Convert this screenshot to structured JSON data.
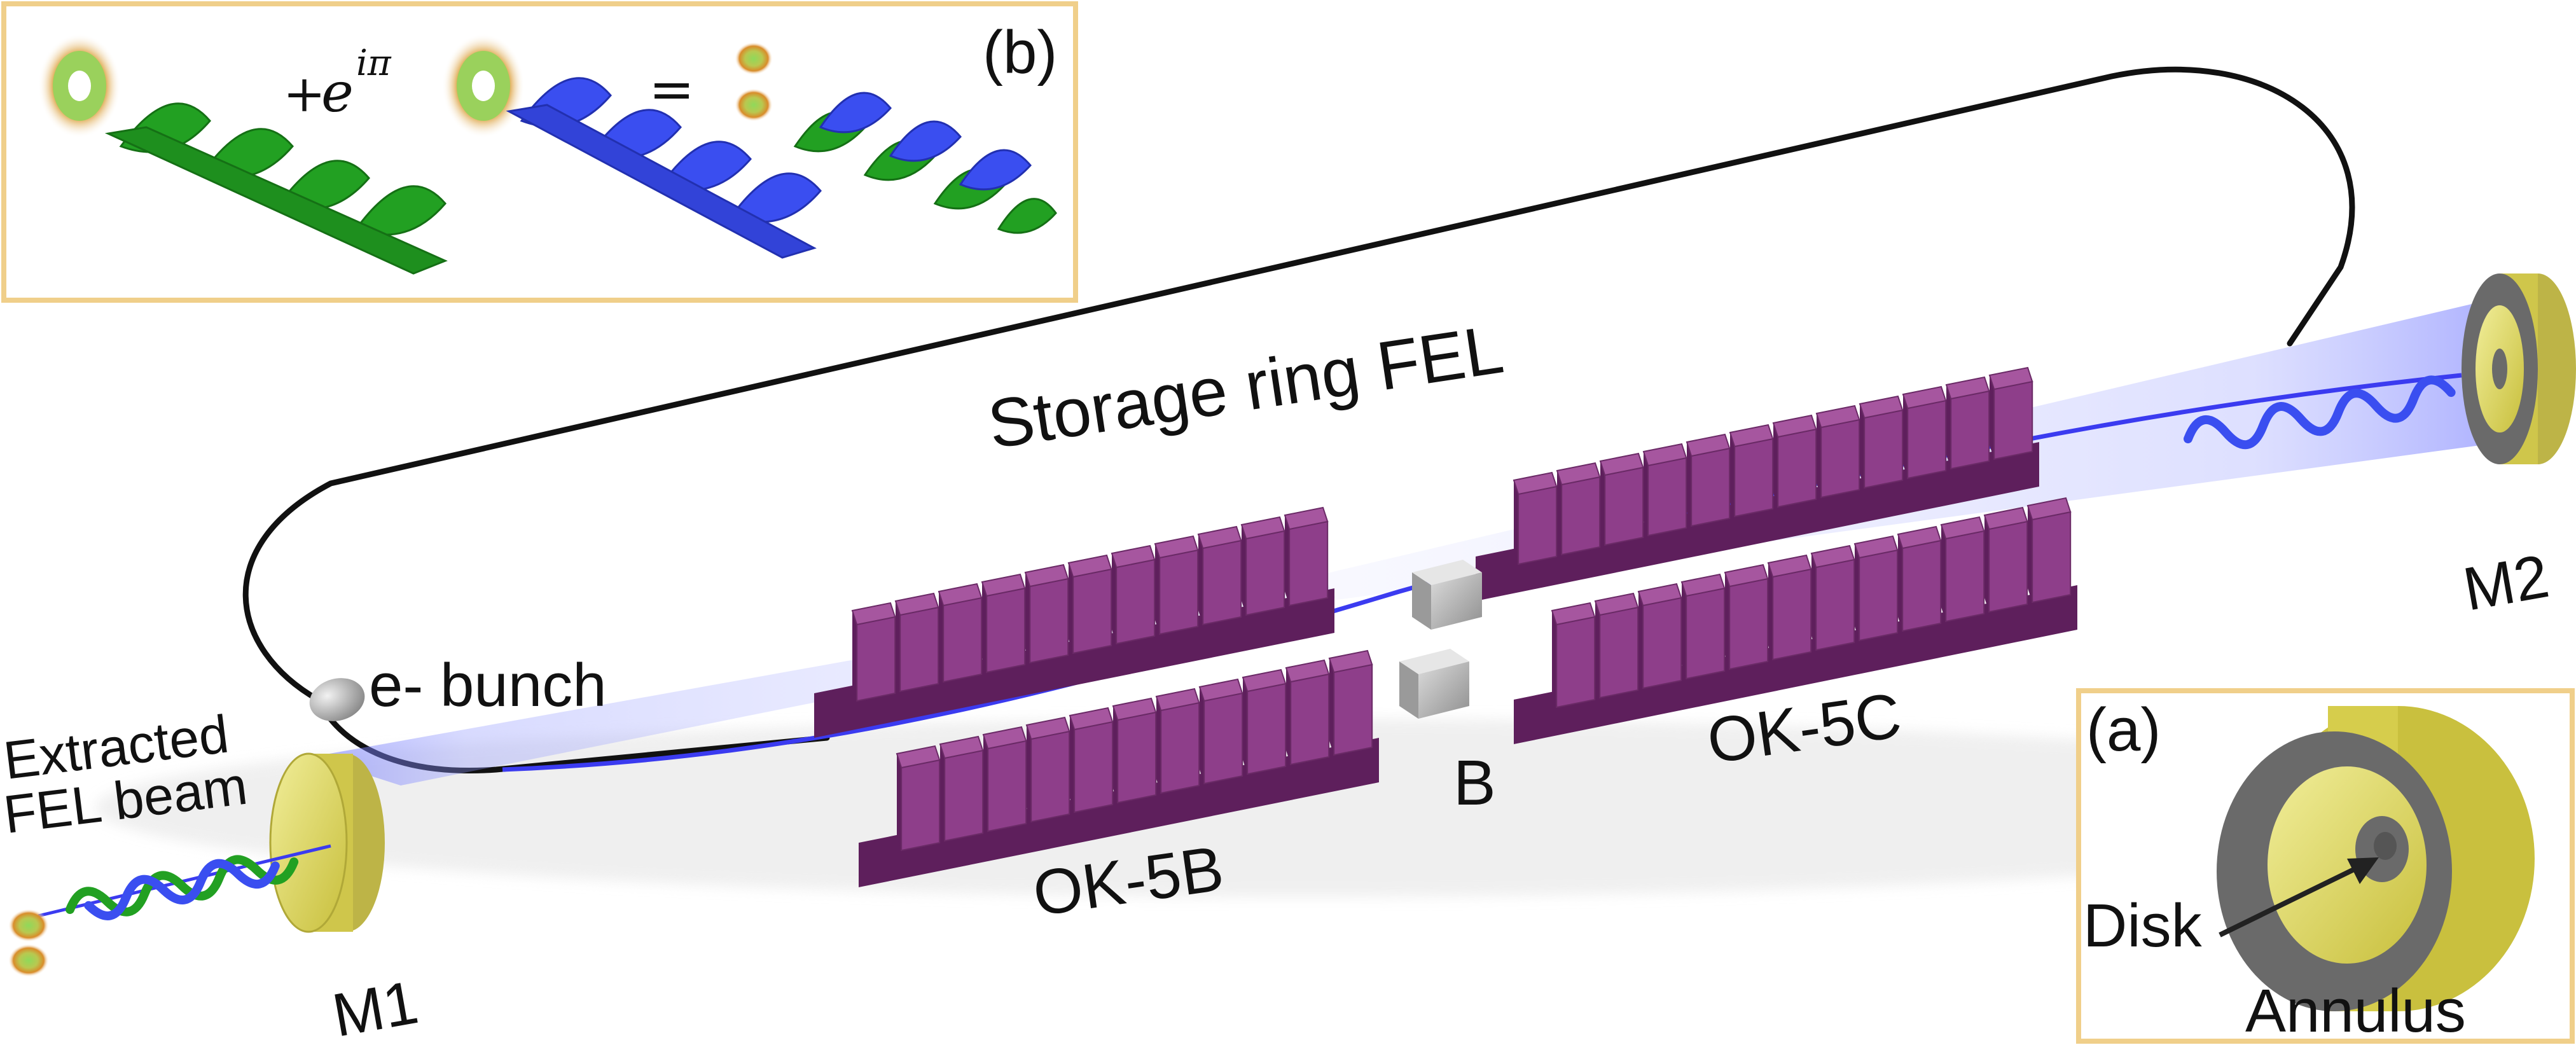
{
  "labels": {
    "ring": "Storage ring FEL",
    "ebunch": "e- bunch",
    "extracted_line1": "Extracted",
    "extracted_line2": "FEL beam",
    "m1": "M1",
    "m2": "M2",
    "ok5b": "OK-5B",
    "ok5c": "OK-5C",
    "buncher": "B"
  },
  "inset_a": {
    "tag": "(a)",
    "disk": "Disk",
    "annulus": "Annulus"
  },
  "inset_b": {
    "tag": "(b)",
    "plus": "+",
    "exp_base": "e",
    "exp_power": "iπ",
    "equals": "="
  },
  "colors": {
    "undulator": "#8e3e8a",
    "undulator_top": "#a6569f",
    "undulator_dark": "#5e1f5c",
    "beam": "#3b3bf0",
    "helix_green": "#22a022",
    "helix_blue": "#3a4ef0",
    "mirror_gold": "#d9d25a",
    "mirror_grey": "#6a6a6a",
    "inset_border": "#f0cf8a"
  }
}
